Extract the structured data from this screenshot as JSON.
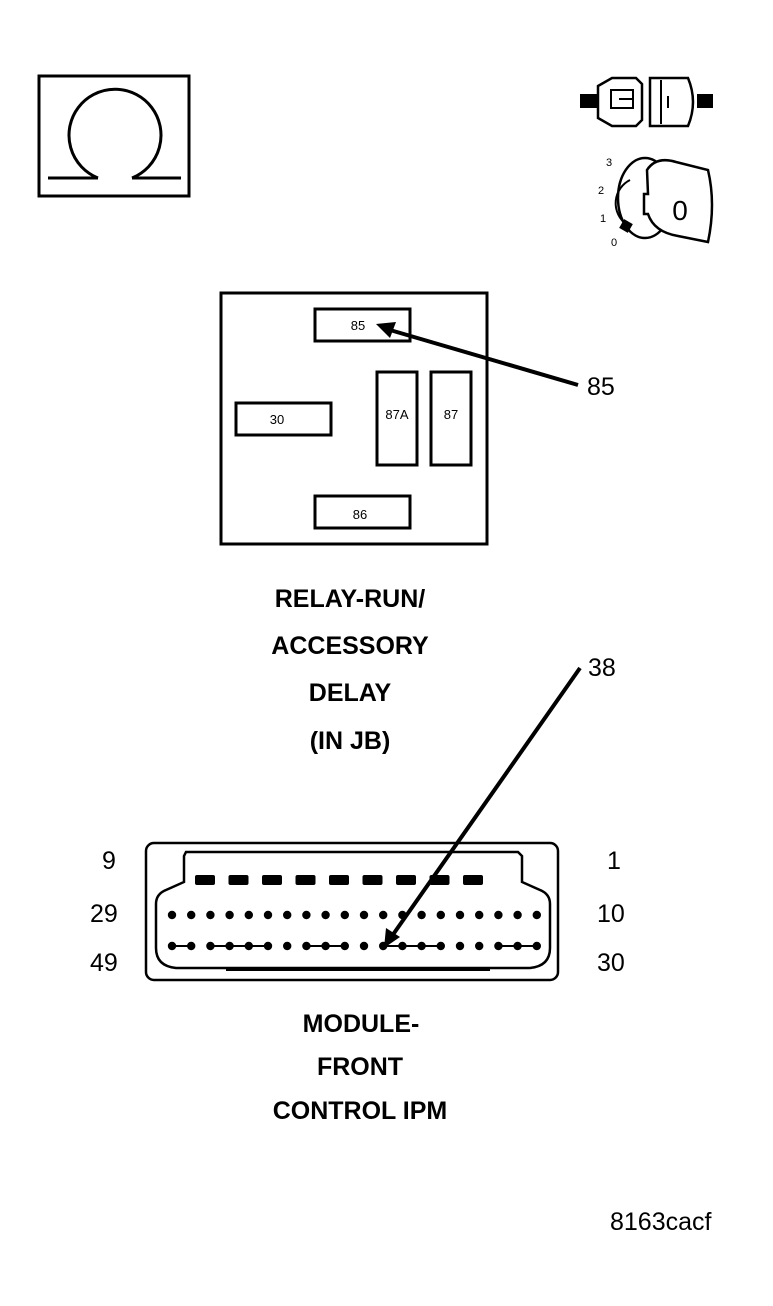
{
  "ohmmeter_symbol": "Ω",
  "connector_icon": "disconnected-connector-icon",
  "ignition_icon": "ignition-key-off-icon",
  "ignition": {
    "positions": [
      "3",
      "2",
      "1",
      "0"
    ],
    "key_label": "0"
  },
  "relay": {
    "terminals": {
      "t85": "85",
      "t30": "30",
      "t87a": "87A",
      "t87": "87",
      "t86": "86"
    },
    "callout": "85",
    "title_lines": [
      "RELAY-RUN/",
      "ACCESSORY",
      "DELAY",
      "(IN JB)"
    ]
  },
  "module": {
    "callout": "38",
    "pin_labels": {
      "top_left": "9",
      "mid_left": "29",
      "bottom_left": "49",
      "top_right": "1",
      "mid_right": "10",
      "bottom_right": "30"
    },
    "title_lines": [
      "MODULE-",
      "FRONT",
      "CONTROL IPM"
    ]
  },
  "figure_id": "8163cacf"
}
